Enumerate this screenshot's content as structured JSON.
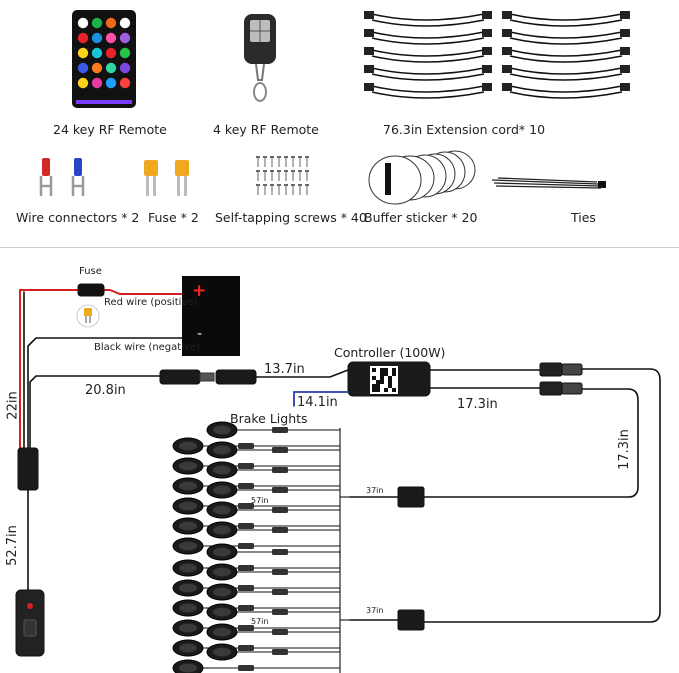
{
  "accessories": {
    "remote24": "24 key RF Remote",
    "remote4": "4 key RF Remote",
    "extension": "76.3in Extension cord* 10",
    "wire_connectors": "Wire connectors * 2",
    "fuse": "Fuse * 2",
    "screws": "Self-tapping screws * 40",
    "buffer": "Buffer sticker * 20",
    "ties": "Ties"
  },
  "wiring": {
    "fuse": "Fuse",
    "red_wire": "Red wire (positive)",
    "black_wire": "Black wire (negative)",
    "plus": "+",
    "minus": "-",
    "len_22": "22in",
    "len_52": "52.7in",
    "len_208": "20.8in",
    "len_137": "13.7in",
    "len_141": "14.1in",
    "len_173a": "17.3in",
    "len_173b": "17.3in",
    "controller": "Controller (100W)",
    "brake_lights": "Brake Lights",
    "len_57a": "57in",
    "len_57b": "57in",
    "len_37a": "37in",
    "len_37b": "37in"
  },
  "colors": {
    "red_wire": "#d62020",
    "blue_wire": "#2b3ea8",
    "wire": "#1a1a1a"
  }
}
